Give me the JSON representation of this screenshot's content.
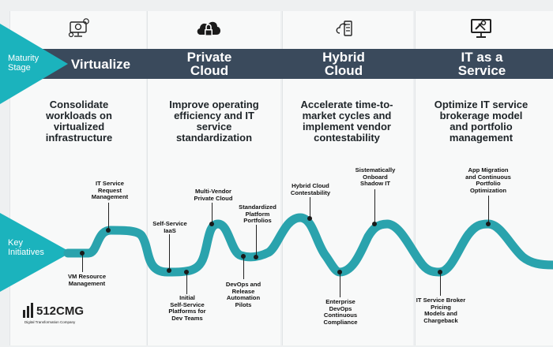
{
  "row_labels": {
    "maturity": "Maturity\nStage",
    "initiatives": "Key\nInitiatives"
  },
  "stages": [
    {
      "title": "Virtualize",
      "icon": "server-monitor-icon",
      "description": "Consolidate\nworkloads on\nvirtualized\ninfrastructure"
    },
    {
      "title": "Private\nCloud",
      "icon": "cloud-lock-icon",
      "description": "Improve operating\nefficiency and IT\nservice\nstandardization"
    },
    {
      "title": "Hybrid\nCloud",
      "icon": "hybrid-cloud-icon",
      "description": "Accelerate time-to-\nmarket cycles and\nimplement vendor\ncontestability"
    },
    {
      "title": "IT as a\nService",
      "icon": "monitor-tools-icon",
      "description": "Optimize IT service\nbrokerage model\nand portfolio\nmanagement"
    }
  ],
  "initiatives": [
    {
      "label": "VM Resource\nManagement"
    },
    {
      "label": "IT Service\nRequest\nManagement"
    },
    {
      "label": "Self-Service\nIaaS"
    },
    {
      "label": "Initial\nSelf-Service\nPlatforms for\nDev Teams"
    },
    {
      "label": "Multi-Vendor\nPrivate Cloud"
    },
    {
      "label": "DevOps and\nRelease\nAutomation\nPilots"
    },
    {
      "label": "Standardized\nPlatform\nPortfolios"
    },
    {
      "label": "Hybrid Cloud\nContestability"
    },
    {
      "label": "Enterprise\nDevOps\nContinuous\nCompliance"
    },
    {
      "label": "Sistematically\nOnboard\nShadow IT"
    },
    {
      "label": "IT Service Broker\nPricing\nModels and\nChargeback"
    },
    {
      "label": "App Migration\nand Continuous\nPortfolio\nOptimization"
    }
  ],
  "logo": {
    "name": "512CMG",
    "tagline": "Digital Transformation Company"
  },
  "colors": {
    "band": "#3a4a5c",
    "arrow": "#1bb3bd",
    "road": "#2aa3ad",
    "text": "#1e2428"
  }
}
